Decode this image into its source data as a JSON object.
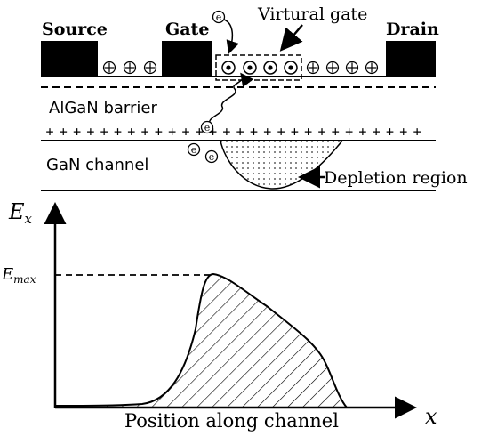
{
  "device": {
    "source_label": "Source",
    "gate_label": "Gate",
    "drain_label": "Drain",
    "virtual_gate_label": "Virtural gate",
    "barrier_label": "AlGaN barrier",
    "channel_label": "GaN channel",
    "depletion_label": "Depletion region",
    "electron_symbol": "e",
    "positive_charge_symbol": "+"
  },
  "plot": {
    "y_axis_label": "E",
    "y_axis_subscript": "x",
    "emax_label": "E",
    "emax_subscript": "max",
    "x_axis_label": "Position along channel",
    "x_axis_symbol": "x"
  }
}
